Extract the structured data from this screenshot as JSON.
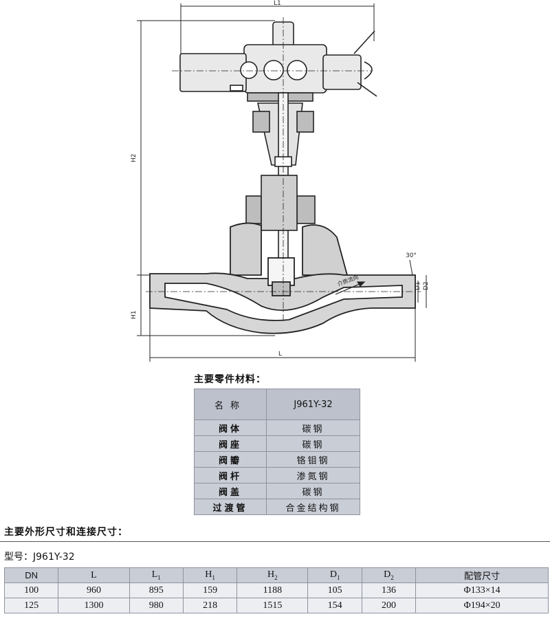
{
  "drawing": {
    "dim_L1": "L1",
    "dim_H2": "H2",
    "dim_H1": "H1",
    "dim_L": "L",
    "dim_D1": "D1",
    "dim_D2": "D2",
    "angle": "30°",
    "flow_label": "介质流向"
  },
  "materials": {
    "heading": "主要零件材料：",
    "col_name": "名称",
    "col_model": "J961Y-32",
    "rows": [
      {
        "name": "阀体",
        "material": "碳钢"
      },
      {
        "name": "阀座",
        "material": "碳钢"
      },
      {
        "name": "阀瓣",
        "material": "铬钼钢"
      },
      {
        "name": "阀杆",
        "material": "渗氮钢"
      },
      {
        "name": "阀盖",
        "material": "碳钢"
      },
      {
        "name": "过渡管",
        "material": "合金结构钢"
      }
    ]
  },
  "dimensions": {
    "heading": "主要外形尺寸和连接尺寸：",
    "model_label": "型号：",
    "model_value": "J961Y-32",
    "headers": {
      "dn": "DN",
      "l": "L",
      "l1": "L",
      "l1_sub": "1",
      "h1": "H",
      "h1_sub": "1",
      "h2": "H",
      "h2_sub": "2",
      "d1": "D",
      "d1_sub": "1",
      "d2": "D",
      "d2_sub": "2",
      "pipe": "配管尺寸"
    },
    "rows": [
      {
        "dn": "100",
        "l": "960",
        "l1": "895",
        "h1": "159",
        "h2": "1188",
        "d1": "105",
        "d2": "136",
        "pipe": "Φ133×14"
      },
      {
        "dn": "125",
        "l": "1300",
        "l1": "980",
        "h1": "218",
        "h2": "1515",
        "d1": "154",
        "d2": "200",
        "pipe": "Φ194×20"
      }
    ]
  }
}
